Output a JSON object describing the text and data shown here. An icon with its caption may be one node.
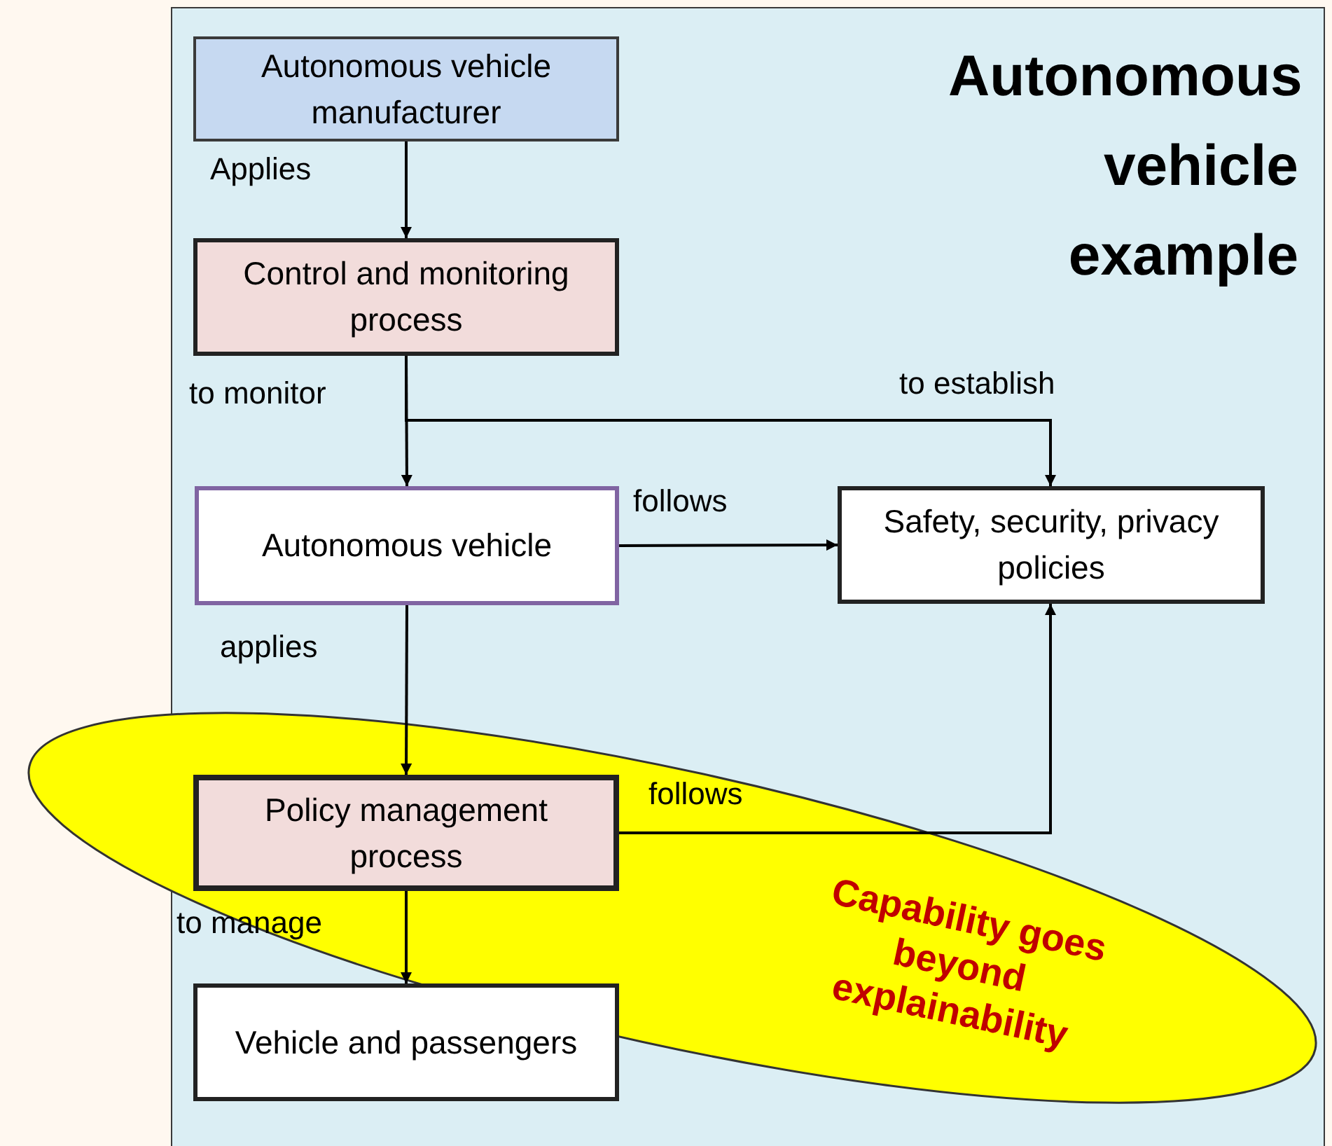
{
  "diagram": {
    "title": "Autonomous vehicle example",
    "nodes": [
      {
        "text": [
          "Autonomous vehicle manufacturer"
        ]
      },
      {
        "text": [
          "Control and monitoring process"
        ]
      },
      {
        "text": [
          "Autonomous vehicle"
        ]
      },
      {
        "text": [
          "Safety, security, privacy policies"
        ]
      },
      {
        "text": [
          "Policy management process"
        ]
      },
      {
        "text": [
          "Vehicle and passengers"
        ]
      }
    ],
    "edges": [
      {
        "from": 0,
        "to": 1,
        "arrow": "to",
        "label": "Applies"
      },
      {
        "from": 1,
        "to": 2,
        "arrow": "to",
        "label": "to monitor"
      },
      {
        "from": 1,
        "to": 3,
        "arrow": "to",
        "label": "to establish"
      },
      {
        "from": 2,
        "to": 3,
        "arrow": "to",
        "label": "follows"
      },
      {
        "from": 2,
        "to": 4,
        "arrow": "to",
        "label": "applies"
      },
      {
        "from": 4,
        "to": 3,
        "arrow": "to",
        "label": "follows"
      },
      {
        "from": 4,
        "to": 5,
        "arrow": "to",
        "label": "to manage"
      }
    ],
    "labels": [
      "Capability goes beyond explainability"
    ]
  }
}
